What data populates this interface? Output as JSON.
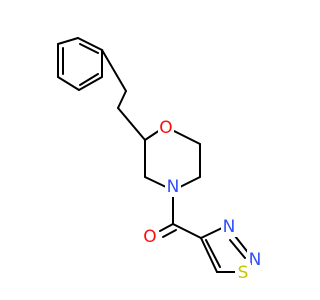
{
  "atoms": {
    "oxygen_ring": {
      "symbol": "O",
      "color": "#ff0d0d"
    },
    "nitrogen_ring": {
      "symbol": "N",
      "color": "#3050f8"
    },
    "oxygen_carbonyl": {
      "symbol": "O",
      "color": "#ff0d0d"
    },
    "nitrogen_thiadiazole_3": {
      "symbol": "N",
      "color": "#3050f8"
    },
    "nitrogen_thiadiazole_2": {
      "symbol": "N",
      "color": "#3050f8"
    },
    "sulfur_thiadiazole": {
      "symbol": "S",
      "color": "#c6c600"
    }
  },
  "colors": {
    "bond": "#000000",
    "background": "#ffffff"
  }
}
